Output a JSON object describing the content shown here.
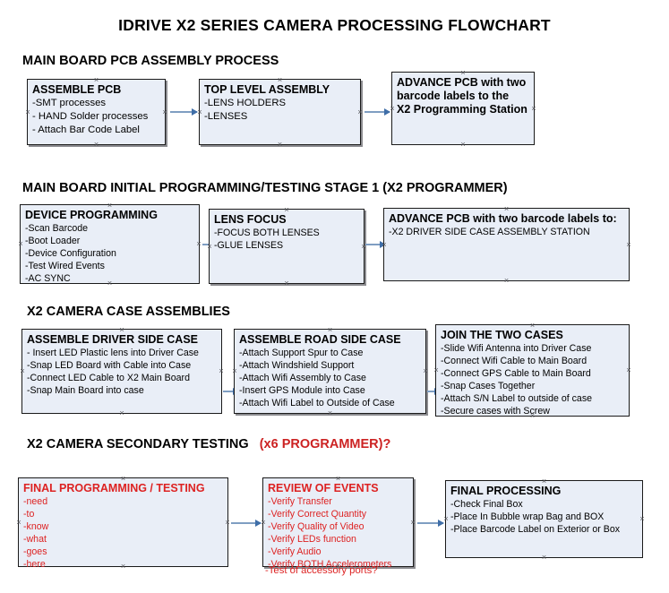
{
  "document": {
    "title": "IDRIVE X2  SERIES CAMERA PROCESSING FLOWCHART"
  },
  "sections": [
    {
      "id": "sec1",
      "heading": "MAIN BOARD PCB ASSEMBLY PROCESS",
      "accent": "",
      "accent_color": ""
    },
    {
      "id": "sec2",
      "heading": "MAIN BOARD INITIAL PROGRAMMING/TESTING STAGE 1 (X2 PROGRAMMER)",
      "accent": "",
      "accent_color": ""
    },
    {
      "id": "sec3",
      "heading": "X2 CAMERA CASE ASSEMBLIES",
      "accent": "",
      "accent_color": ""
    },
    {
      "id": "sec4",
      "heading": "X2 CAMERA SECONDARY TESTING",
      "accent": "(x6 PROGRAMMER)?",
      "accent_color": "#cc2222"
    }
  ],
  "nodes": {
    "assemble_pcb": {
      "title": "ASSEMBLE PCB",
      "lines": [
        "-SMT processes",
        "- HAND Solder processes",
        "- Attach Bar Code Label"
      ]
    },
    "top_level_assembly": {
      "title": "TOP LEVEL ASSEMBLY",
      "lines": [
        "-LENS HOLDERS",
        "-LENSES"
      ]
    },
    "advance_pcb_station": {
      "title": "ADVANCE PCB with two",
      "title2": "barcode labels to the",
      "title3": "X2 Programming Station",
      "lines": []
    },
    "device_programming": {
      "title": "DEVICE PROGRAMMING",
      "lines": [
        "-Scan Barcode",
        "-Boot Loader",
        "-Device Configuration",
        "-Test Wired Events",
        "-AC SYNC"
      ]
    },
    "lens_focus": {
      "title": "LENS FOCUS",
      "lines": [
        "-FOCUS BOTH LENSES",
        "-GLUE LENSES"
      ]
    },
    "advance_pcb_driver": {
      "title": "ADVANCE PCB with two barcode labels to:",
      "lines": [
        "-X2 DRIVER  SIDE  CASE  ASSEMBLY STATION"
      ]
    },
    "driver_side_case": {
      "title": "ASSEMBLE DRIVER SIDE CASE",
      "lines": [
        "- Insert LED Plastic lens into Driver Case",
        "-Snap LED Board with Cable into Case",
        "-Connect LED Cable to X2 Main Board",
        "-Snap Main Board into case"
      ]
    },
    "road_side_case": {
      "title": "ASSEMBLE ROAD SIDE CASE",
      "lines": [
        "-Attach Support Spur to Case",
        "-Attach Windshield Support",
        "-Attach Wifi Assembly to Case",
        "-Insert GPS Module into Case",
        "-Attach Wifi Label to Outside of Case"
      ]
    },
    "join_two_cases": {
      "title": "JOIN THE TWO CASES",
      "lines": [
        "-Slide Wifi Antenna into Driver Case",
        "-Connect Wifi Cable to Main Board",
        "-Connect GPS Cable to Main Board",
        "-Snap Cases Together",
        "-Attach S/N Label to outside of case",
        "-Secure cases with Screw"
      ]
    },
    "final_programming": {
      "title": "FINAL PROGRAMMING / TESTING",
      "lines": [
        "-need",
        "-to",
        "-know",
        "-what",
        "-goes",
        "-here"
      ]
    },
    "review_of_events": {
      "title": "REVIEW OF EVENTS",
      "lines": [
        "-Verify Transfer",
        "-Verify Correct Quantity",
        "-Verify Quality of Video",
        "-Verify LEDs function",
        "-Verify Audio",
        "-Verify BOTH Accelerometers"
      ],
      "overflow_line": "-Test of accessory ports?"
    },
    "final_processing": {
      "title": "FINAL PROCESSING",
      "lines": [
        " -Check Final Box",
        "-Place In Bubble wrap Bag and BOX",
        "-Place Barcode Label on Exterior or Box"
      ]
    }
  },
  "colors": {
    "node_fill": "#e9eef7",
    "node_border": "#1a1a1a",
    "connector": "#7f9ec2",
    "arrow_head": "#3f6ea8",
    "red_text": "#dd2222",
    "handle": "#55565a"
  }
}
